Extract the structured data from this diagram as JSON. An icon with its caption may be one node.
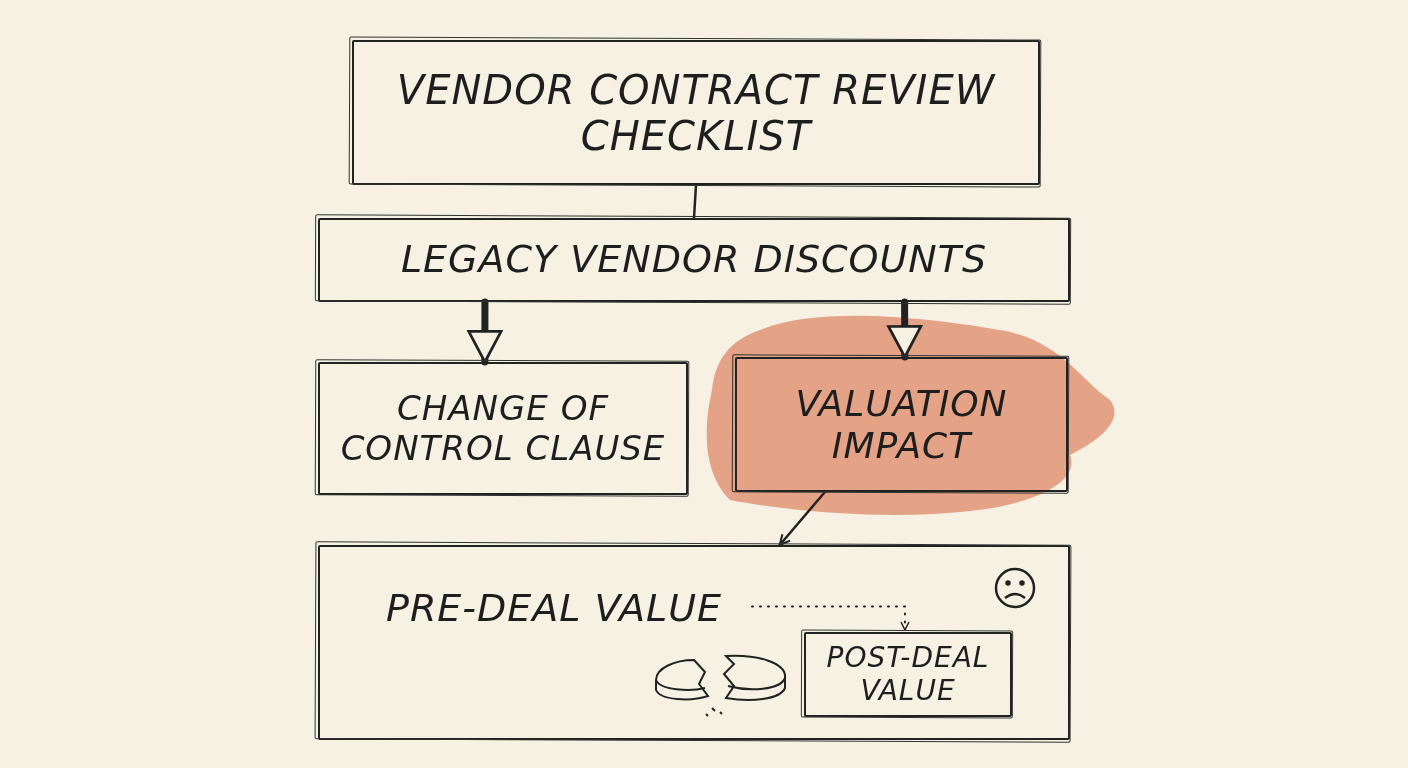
{
  "diagram": {
    "nodes": [
      {
        "text": [
          "VENDOR CONTRACT REVIEW CHECKLIST"
        ]
      },
      {
        "text": [
          "LEGACY VENDOR DISCOUNTS"
        ]
      },
      {
        "text": [
          "CHANGE OF CONTROL CLAUSE"
        ]
      },
      {
        "text": [
          "VALUATION IMPACT"
        ]
      },
      {
        "text": [],
        "shape": "box"
      },
      {
        "text": [
          "PRE-DEAL VALUE"
        ],
        "in": 4
      },
      {
        "text": [
          "POST-DEAL VALUE"
        ],
        "in": 4
      }
    ],
    "edges": [
      {
        "from": 0,
        "to": 1,
        "arrow": "none"
      },
      {
        "from": 1,
        "to": 2,
        "arrow": "to",
        "style": "thick"
      },
      {
        "from": 1,
        "to": 3,
        "arrow": "to",
        "style": "thick"
      },
      {
        "from": 3,
        "to": 4,
        "arrow": "to"
      },
      {
        "from": 5,
        "to": 6,
        "arrow": "to",
        "style": "dashed"
      }
    ]
  }
}
